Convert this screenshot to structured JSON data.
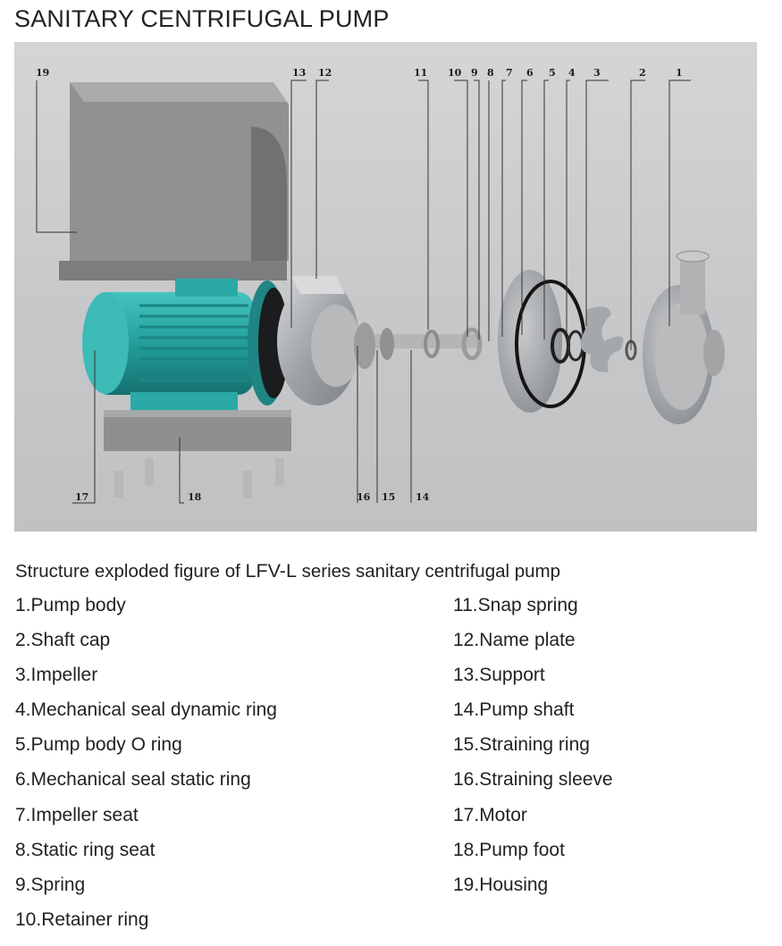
{
  "title": "SANITARY CENTRIFUGAL PUMP",
  "caption": {
    "prefix": "Structure exploded figure of ",
    "model": "LFV-L",
    "suffix": " series sanitary centrifugal pump"
  },
  "callouts": [
    "19",
    "13",
    "12",
    "11",
    "10",
    "9",
    "8",
    "7",
    "6",
    "5",
    "4",
    "3",
    "2",
    "1",
    "17",
    "18",
    "16",
    "15",
    "14"
  ],
  "parts_left": [
    "1.Pump body",
    "2.Shaft cap",
    "3.Impeller",
    "4.Mechanical seal dynamic ring",
    "5.Pump body O ring",
    "6.Mechanical seal static ring",
    "7.Impeller seat",
    "8.Static ring seat",
    "9.Spring",
    "10.Retainer ring"
  ],
  "parts_right": [
    "11.Snap spring",
    "12.Name plate",
    "13.Support",
    "14.Pump shaft",
    "15.Straining ring",
    "16.Straining sleeve",
    "17.Motor",
    "18.Pump foot",
    "19.Housing"
  ],
  "colors": {
    "motor": "#2aa9a6",
    "metal": "#a9acae",
    "housing": "#8d8f91",
    "background": "#c8cacc"
  }
}
